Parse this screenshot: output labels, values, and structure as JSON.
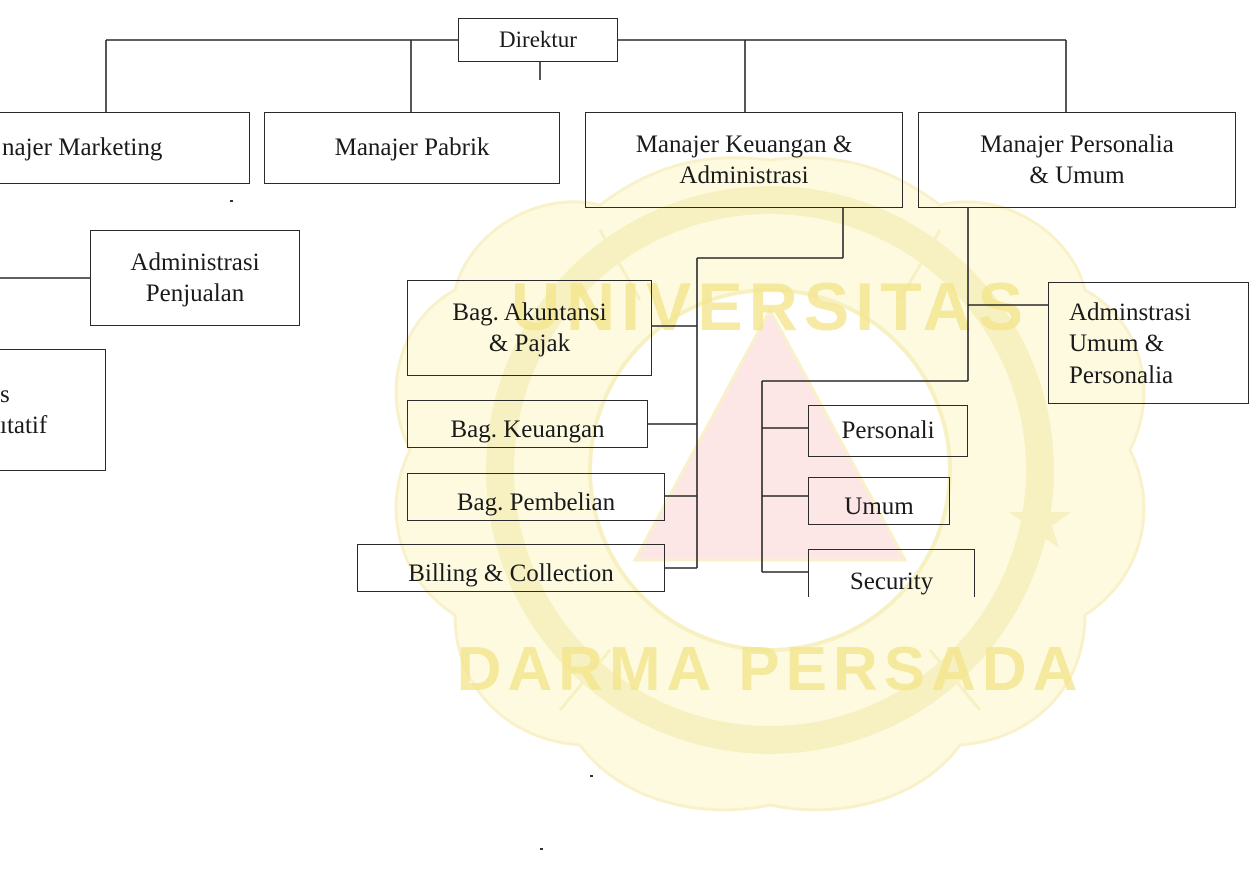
{
  "chart": {
    "root": "Direktur",
    "managers": {
      "marketing": "najer Marketing",
      "pabrik": "Manajer Pabrik",
      "keuangan": "Manajer Keuangan &\nAdministrasi",
      "personalia": "Manajer Personalia\n& Umum"
    },
    "marketing_units": {
      "administrasi_penjualan": "Administrasi\nPenjualan",
      "representatif": "s\nıtatif"
    },
    "keuangan_units": {
      "akuntansi": "Bag. Akuntansi\n& Pajak",
      "keuangan": "Bag. Keuangan",
      "pembelian": "Bag. Pembelian",
      "billing": "Billing & Collection"
    },
    "personalia_units": {
      "administrasi_umum": "Adminstrasi\nUmum &\nPersonalia",
      "personali": "Personali",
      "umum": "Umum",
      "security": "Security"
    }
  },
  "watermark": {
    "text_top": "UNIVERSITAS",
    "text_bottom": "DARMA PERSADA",
    "color": "#f7e98a"
  },
  "colors": {
    "line": "#2b2b2b",
    "background": "#ffffff"
  }
}
